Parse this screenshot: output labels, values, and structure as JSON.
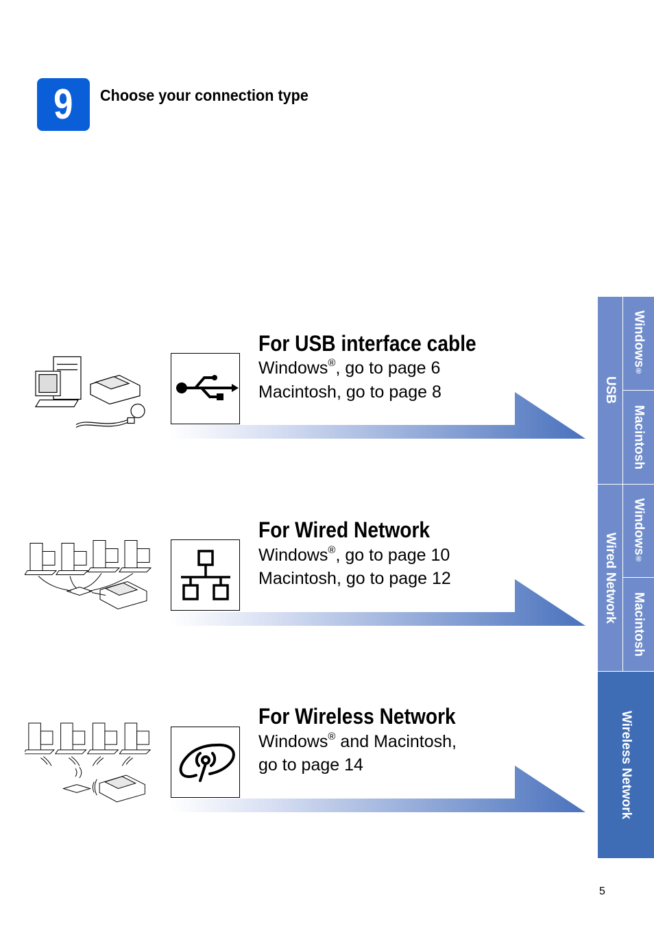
{
  "step": {
    "number": "9",
    "title": "Choose your connection type"
  },
  "options": [
    {
      "title": "For USB interface cable",
      "line1_main": "Windows",
      "line1_sup": "®",
      "line1_rest": ", go to page 6",
      "line2": "Macintosh, go to page 8",
      "icon": "usb-icon"
    },
    {
      "title": "For Wired Network",
      "line1_main": "Windows",
      "line1_sup": "®",
      "line1_rest": ", go to page 10",
      "line2": "Macintosh, go to page 12",
      "icon": "wired-network-icon"
    },
    {
      "title": "For Wireless Network",
      "line1_main": "Windows",
      "line1_sup": "®",
      "line1_rest": " and Macintosh,",
      "line2": "go to page 14",
      "icon": "wireless-network-icon"
    }
  ],
  "side_tabs": {
    "usb": {
      "label": "USB",
      "windows": "Windows",
      "windows_sup": "®",
      "macintosh": "Macintosh"
    },
    "wired": {
      "label": "Wired Network",
      "windows": "Windows",
      "windows_sup": "®",
      "macintosh": "Macintosh"
    },
    "wireless": {
      "label": "Wireless Network"
    }
  },
  "page_number": "5",
  "colors": {
    "badge": "#0a5ed8",
    "tab_light": "#6f8bcb",
    "tab_dark": "#3e6cb5",
    "banner_end": "#4a72bd"
  }
}
